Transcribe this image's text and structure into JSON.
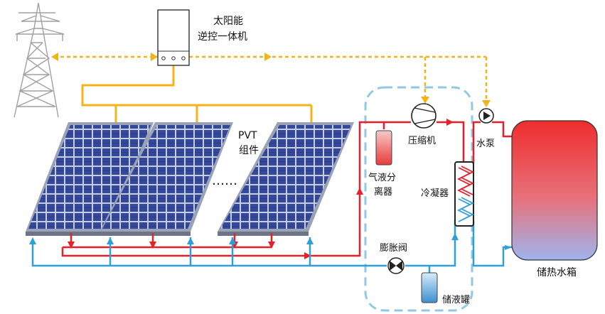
{
  "labels": {
    "inverter_line1": "太阳能",
    "inverter_line2": "逆控一体机",
    "pvt_line1": "PVT",
    "pvt_line2": "组件",
    "ellipsis": "……",
    "separator_line1": "气液分",
    "separator_line2": "离器",
    "compressor": "压缩机",
    "water_pump": "水泵",
    "condenser": "冷凝器",
    "expansion_valve": "膨胀阀",
    "liquid_tank": "储液罐",
    "storage_tank": "储热水箱"
  },
  "colors": {
    "electric_line": "#f2b418",
    "refrigerant_hot": "#e4202a",
    "refrigerant_cold": "#2f9fd8",
    "heat_pump_boundary": "#93c9e0",
    "tank_top": "#ee2d2d",
    "tank_bottom": "#a8b8ee",
    "panel_cell": "#2b3e8c",
    "panel_frame": "#9aa2b5"
  },
  "icons": [
    "power-tower-icon",
    "compressor-icon",
    "water-pump-icon",
    "expansion-valve-icon"
  ]
}
